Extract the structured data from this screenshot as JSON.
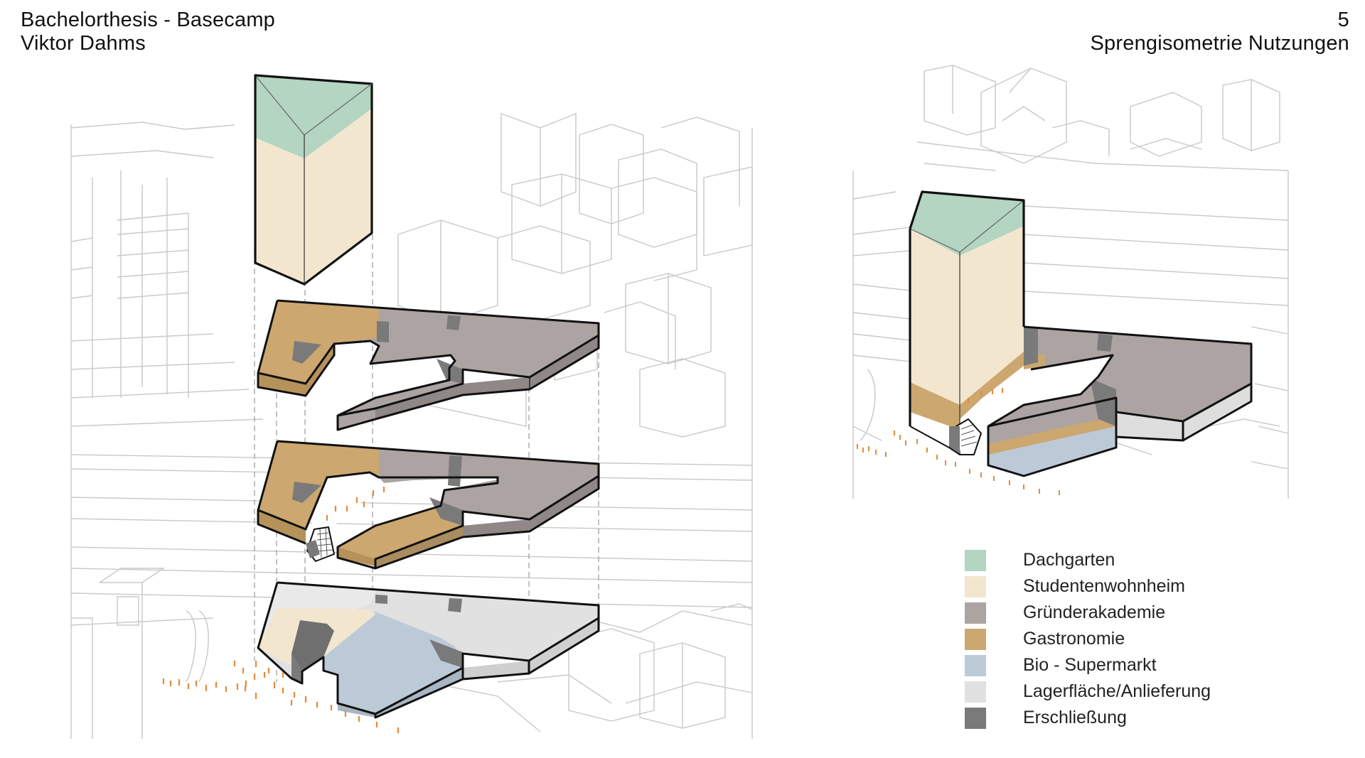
{
  "header": {
    "title": "Bachelorthesis - Basecamp",
    "author": "Viktor Dahms",
    "page_number": "5",
    "sheet_title": "Sprengisometrie Nutzungen"
  },
  "colors": {
    "dachgarten": "#b3d5c2",
    "studentenwohnheim": "#f3e6cf",
    "gruenderakademie": "#aca4a2",
    "gastronomie": "#cca76f",
    "supermarkt": "#bccad8",
    "lagerflaeche": "#e1e1e1",
    "erschliessung": "#7a7a7a",
    "context_lines": "#c8c8c8",
    "trees": "#e8893a"
  },
  "legend": [
    {
      "label": "Dachgarten",
      "color": "#b3d5c2"
    },
    {
      "label": "Studentenwohnheim",
      "color": "#f3e6cf"
    },
    {
      "label": "Gründerakademie",
      "color": "#aca4a2"
    },
    {
      "label": "Gastronomie",
      "color": "#cca76f"
    },
    {
      "label": "Bio - Supermarkt",
      "color": "#bccad8"
    },
    {
      "label": "Lagerfläche/Anlieferung",
      "color": "#e1e1e1"
    },
    {
      "label": "Erschließung",
      "color": "#7a7a7a"
    }
  ]
}
